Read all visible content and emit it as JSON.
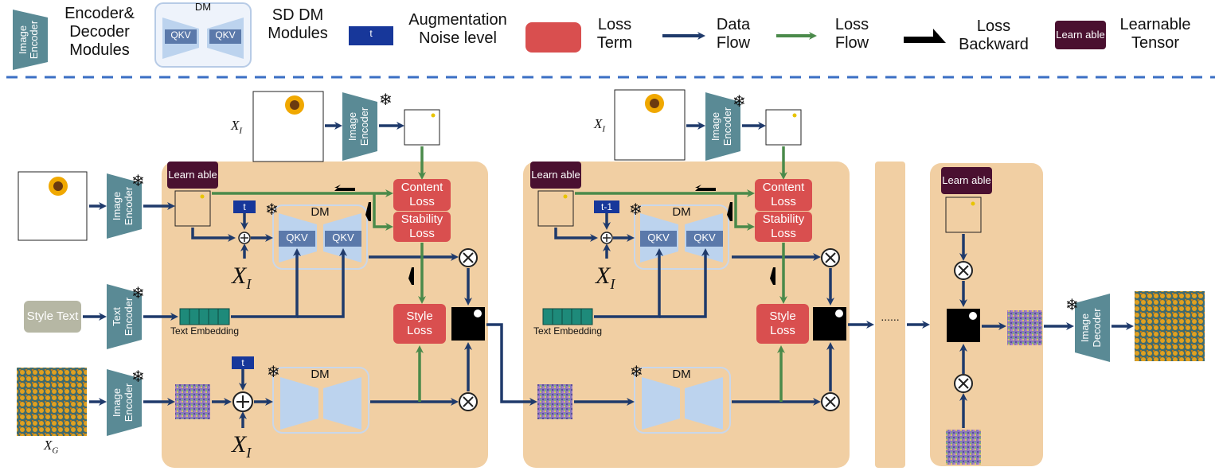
{
  "legend": {
    "encoder_icon_text": "Image Encoder",
    "encoder_desc": "Encoder& Decoder Modules",
    "dm_title": "DM",
    "qkv": "QKV",
    "sd_desc": "SD DM Modules",
    "t_label": "t",
    "aug_desc": "Augmentation Noise level",
    "loss_desc": "Loss Term",
    "data_flow_desc": "Data Flow",
    "loss_flow_desc": "Loss Flow",
    "loss_backward_desc": "Loss Backward",
    "learn_icon_text": "Learn able",
    "learn_desc": "Learnable Tensor"
  },
  "inputs": {
    "xi_label": "X",
    "xi_sub": "I",
    "xg_label": "X",
    "xg_sub": "G",
    "style_text": "Style Text"
  },
  "modules": {
    "image_encoder": "Image Encoder",
    "text_encoder": "Text Encoder",
    "image_decoder": "Image Decoder",
    "dm": "DM",
    "qkv": "QKV",
    "text_embedding": "Text Embedding",
    "learnable": "Learn able"
  },
  "losses": {
    "content": "Content Loss",
    "stability": "Stability Loss",
    "style": "Style Loss"
  },
  "steps": {
    "t1": "t",
    "t2": "t-1",
    "t_noise": "t",
    "ellipsis": "......"
  },
  "colors": {
    "data_flow": "#1f3a6b",
    "loss_flow": "#4a8a4a",
    "loss_term": "#d94f4f",
    "panel": "#f1cfa3",
    "encoder": "#5a8a95",
    "dm_block": "#bcd3ee",
    "qkv": "#5b79aa",
    "learnable": "#4a1030",
    "noise_level": "#17379a",
    "dashed_separator": "#3b6fc4"
  }
}
